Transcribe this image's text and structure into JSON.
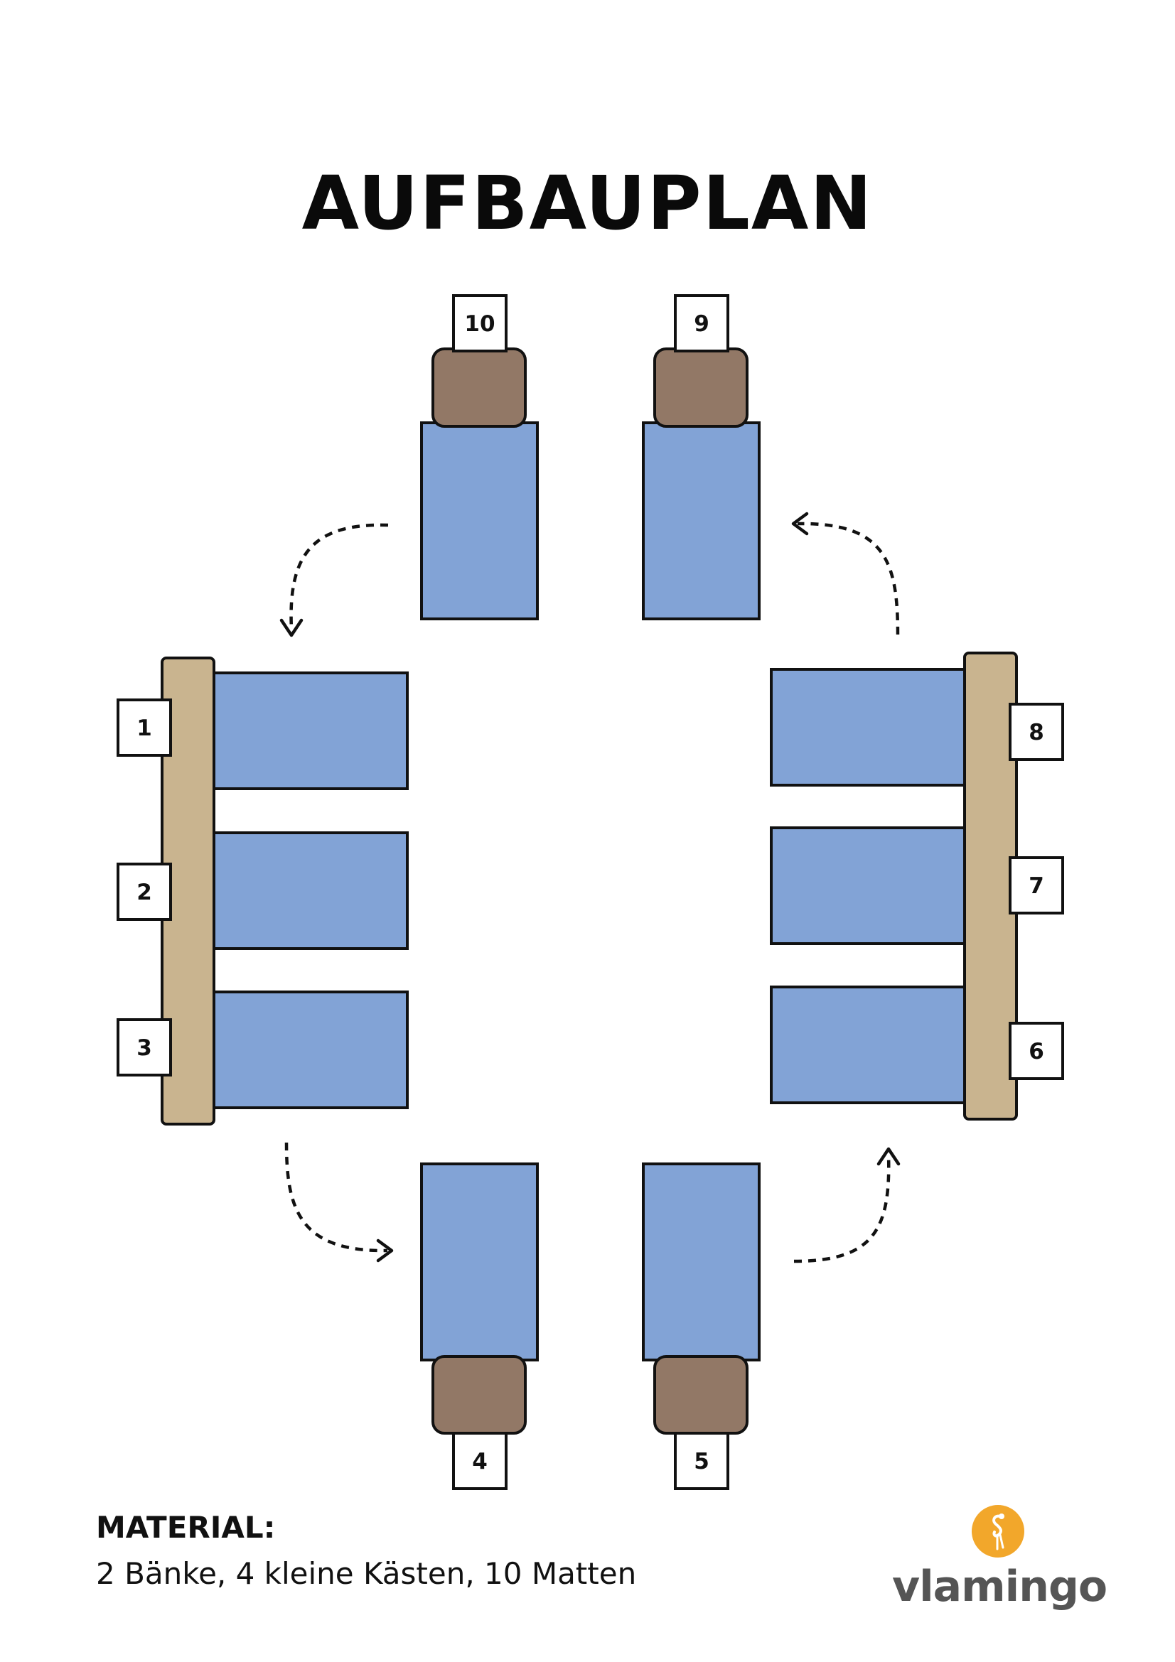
{
  "title": "AUFBAUPLAN",
  "stations": [
    "1",
    "2",
    "3",
    "4",
    "5",
    "6",
    "7",
    "8",
    "9",
    "10"
  ],
  "material": {
    "heading": "MATERIAL:",
    "text": "2 Bänke, 4 kleine Kästen, 10 Matten"
  },
  "logo": {
    "name": "vlamingo",
    "icon": "flamingo-icon",
    "accent_color": "#f2a72b"
  },
  "colors": {
    "mat": "#82a3d6",
    "bench": "#c9b48f",
    "box": "#927866"
  }
}
